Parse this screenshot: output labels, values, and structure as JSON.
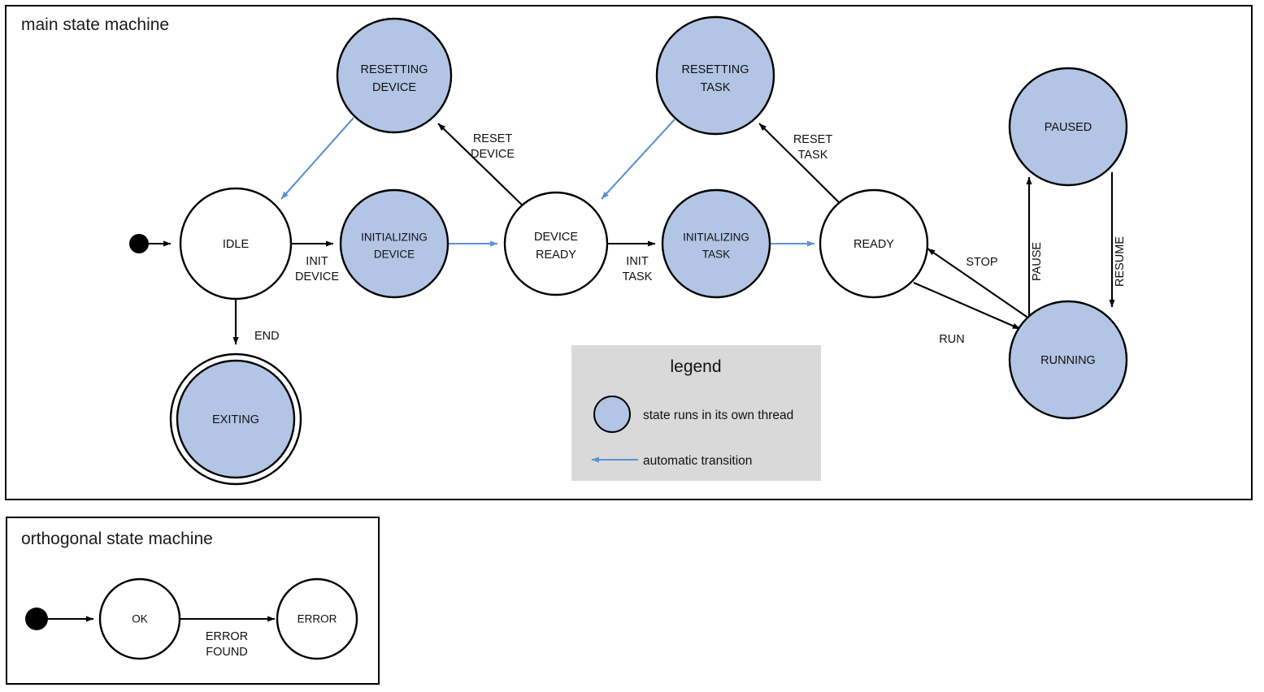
{
  "colors": {
    "thread_state_fill": "#b2c5e5",
    "plain_state_fill": "#ffffff",
    "stroke": "#000000",
    "auto_transition": "#5b93d3",
    "legend_background": "#d9d9d9"
  },
  "main": {
    "title": "main state machine",
    "states": [
      {
        "id": "idle",
        "label_line1": "IDLE",
        "label_line2": "",
        "threaded": false,
        "final": false
      },
      {
        "id": "resetting-device",
        "label_line1": "RESETTING",
        "label_line2": "DEVICE",
        "threaded": true,
        "final": false
      },
      {
        "id": "initializing-device",
        "label_line1": "INITIALIZING",
        "label_line2": "DEVICE",
        "threaded": true,
        "final": false
      },
      {
        "id": "device-ready",
        "label_line1": "DEVICE",
        "label_line2": "READY",
        "threaded": false,
        "final": false
      },
      {
        "id": "resetting-task",
        "label_line1": "RESETTING",
        "label_line2": "TASK",
        "threaded": true,
        "final": false
      },
      {
        "id": "initializing-task",
        "label_line1": "INITIALIZING",
        "label_line2": "TASK",
        "threaded": true,
        "final": false
      },
      {
        "id": "ready",
        "label_line1": "READY",
        "label_line2": "",
        "threaded": false,
        "final": false
      },
      {
        "id": "paused",
        "label_line1": "PAUSED",
        "label_line2": "",
        "threaded": true,
        "final": false
      },
      {
        "id": "running",
        "label_line1": "RUNNING",
        "label_line2": "",
        "threaded": true,
        "final": false
      },
      {
        "id": "exiting",
        "label_line1": "EXITING",
        "label_line2": "",
        "threaded": true,
        "final": true
      }
    ],
    "transitions": [
      {
        "id": "t-start-idle",
        "from": "start",
        "to": "idle",
        "label_line1": "",
        "label_line2": "",
        "automatic": false
      },
      {
        "id": "t-idle-initdevice",
        "from": "idle",
        "to": "initializing-device",
        "label_line1": "INIT",
        "label_line2": "DEVICE",
        "automatic": false
      },
      {
        "id": "t-idle-exiting",
        "from": "idle",
        "to": "exiting",
        "label_line1": "END",
        "label_line2": "",
        "automatic": false
      },
      {
        "id": "t-initdevice-ready",
        "from": "initializing-device",
        "to": "device-ready",
        "label_line1": "",
        "label_line2": "",
        "automatic": true
      },
      {
        "id": "t-resetdevice",
        "from": "device-ready",
        "to": "resetting-device",
        "label_line1": "RESET",
        "label_line2": "DEVICE",
        "automatic": false
      },
      {
        "id": "t-resettingdevice-idle",
        "from": "resetting-device",
        "to": "idle",
        "label_line1": "",
        "label_line2": "",
        "automatic": true
      },
      {
        "id": "t-inittask",
        "from": "device-ready",
        "to": "initializing-task",
        "label_line1": "INIT",
        "label_line2": "TASK",
        "automatic": false
      },
      {
        "id": "t-inittask-ready",
        "from": "initializing-task",
        "to": "ready",
        "label_line1": "",
        "label_line2": "",
        "automatic": true
      },
      {
        "id": "t-resettask",
        "from": "ready",
        "to": "resetting-task",
        "label_line1": "RESET",
        "label_line2": "TASK",
        "automatic": false
      },
      {
        "id": "t-resettingtask-ready",
        "from": "resetting-task",
        "to": "device-ready",
        "label_line1": "",
        "label_line2": "",
        "automatic": true
      },
      {
        "id": "t-run",
        "from": "ready",
        "to": "running",
        "label_line1": "RUN",
        "label_line2": "",
        "automatic": false
      },
      {
        "id": "t-stop",
        "from": "running",
        "to": "ready",
        "label_line1": "STOP",
        "label_line2": "",
        "automatic": false
      },
      {
        "id": "t-pause",
        "from": "running",
        "to": "paused",
        "label_line1": "PAUSE",
        "label_line2": "",
        "automatic": false
      },
      {
        "id": "t-resume",
        "from": "paused",
        "to": "running",
        "label_line1": "RESUME",
        "label_line2": "",
        "automatic": false
      }
    ]
  },
  "legend": {
    "title": "legend",
    "items": [
      {
        "id": "legend-thread",
        "symbol": "filled-circle",
        "text": "state runs in its own thread"
      },
      {
        "id": "legend-automatic",
        "symbol": "blue-left-arrow",
        "text": "automatic transition"
      }
    ]
  },
  "orthogonal": {
    "title": "orthogonal state machine",
    "states": [
      {
        "id": "ok",
        "label_line1": "OK",
        "label_line2": ""
      },
      {
        "id": "error",
        "label_line1": "ERROR",
        "label_line2": ""
      }
    ],
    "transitions": [
      {
        "id": "t-start-ok",
        "from": "start",
        "to": "ok",
        "label_line1": "",
        "label_line2": ""
      },
      {
        "id": "t-ok-error",
        "from": "ok",
        "to": "error",
        "label_line1": "ERROR",
        "label_line2": "FOUND"
      }
    ]
  }
}
